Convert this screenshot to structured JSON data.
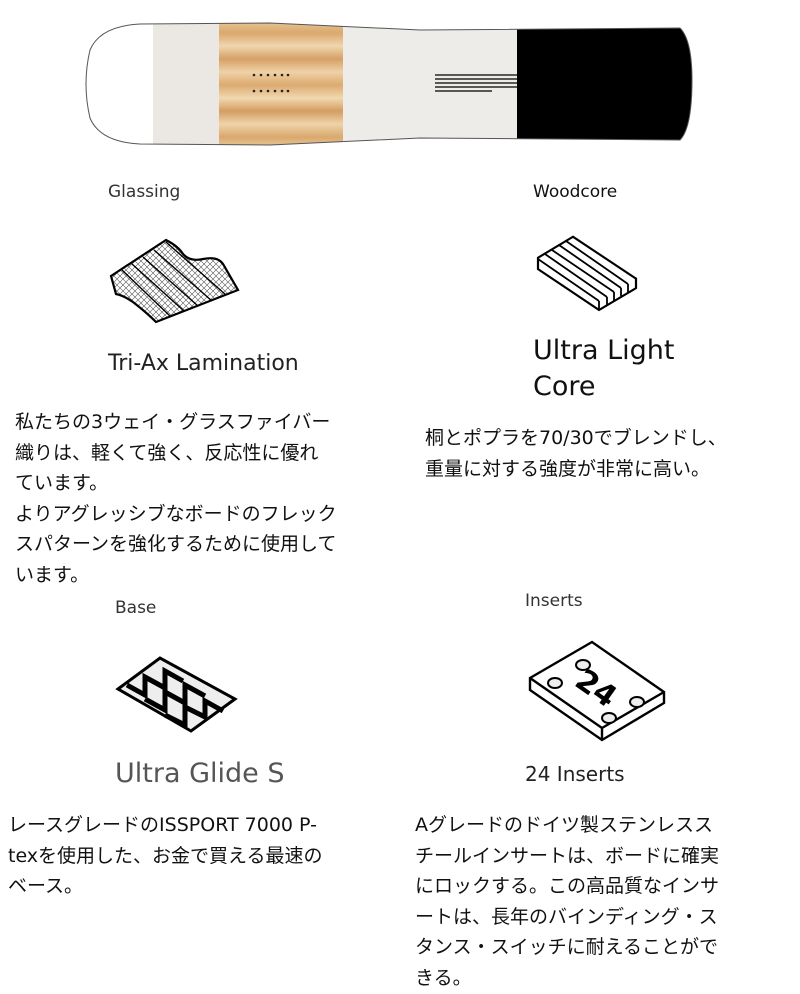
{
  "board": {
    "name": "snowboard-construction-image"
  },
  "features": [
    {
      "category": "Glassing",
      "icon": "triax-fiberglass-icon",
      "title": "Tri-Ax Lamination",
      "description": [
        "私たちの3ウェイ・グラスファイバー",
        "織りは、軽くて強く、反応性に優れ",
        "ています。",
        "よりアグレッシブなボードのフレック",
        "スパターンを強化するために使用して",
        "います。"
      ]
    },
    {
      "category": "Woodcore",
      "icon": "wood-core-icon",
      "title_lines": [
        "Ultra Light",
        "Core"
      ],
      "description": [
        "桐とポプラを70/30でブレンドし、",
        "重量に対する強度が非常に高い。"
      ]
    },
    {
      "category": "Base",
      "icon": "base-icon",
      "title": "Ultra Glide S",
      "description": [
        "レースグレードのISSPORT 7000 P-",
        "texを使用した、お金で買える最速の",
        "ベース。"
      ]
    },
    {
      "category": "Inserts",
      "icon": "inserts-icon",
      "icon_text": "24",
      "title": "24 Inserts",
      "description": [
        "Aグレードのドイツ製ステンレスス",
        "チールインサートは、ボードに確実",
        "にロックする。この高品質なインサ",
        "ートは、長年のバインディング・ス",
        "タンス・スイッチに耐えることがで",
        "きる。"
      ]
    }
  ]
}
